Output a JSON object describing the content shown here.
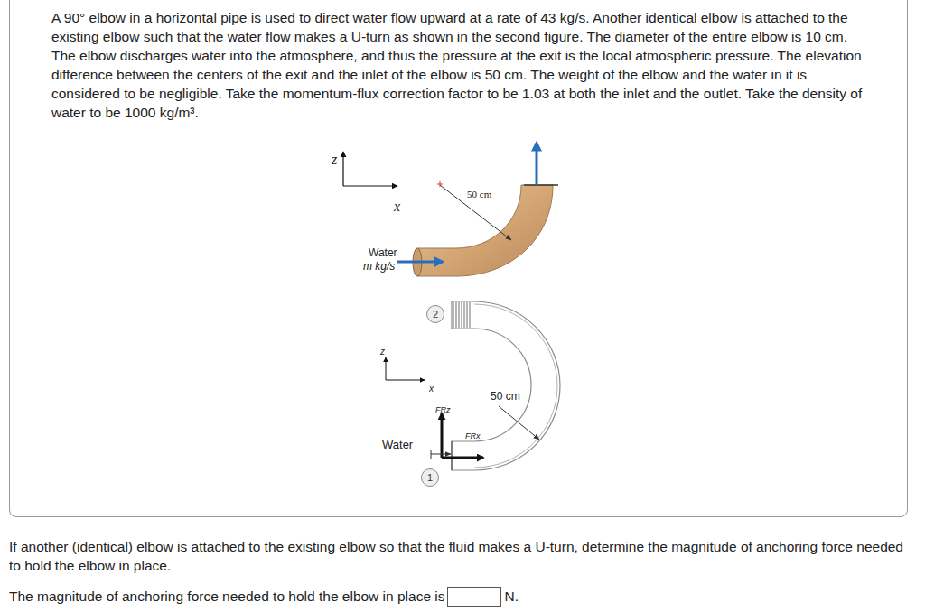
{
  "diagram": {
    "nodes": [
      {
        "text": [
          "A 90° elbow in a horizontal pipe is used to direct water flow upward at a rate of 43 kg/s. Another identical elbow is attached to the existing elbow such that the water flow makes a U-turn as shown in the second figure. The diameter of the entire elbow is 10 cm. The elbow discharges water into the atmosphere, and thus the pressure at the exit is the local atmospheric pressure. The elevation difference between the centers of the exit and the inlet of the elbow is 50 cm. The weight of the elbow and the water in it is considered to be negligible. Take the momentum-flux correction factor to be 1.03 at both the inlet and the outlet. Take the density of water to be 1000 kg/m³."
        ]
      },
      {
        "text": [
          "2"
        ],
        "in": 0
      },
      {
        "text": [
          "1"
        ],
        "in": 0
      }
    ],
    "labels": [
      "z",
      "x",
      "Water",
      "m kg/s",
      "50 cm",
      "z",
      "x",
      "50 cm",
      "FRz",
      "FRx",
      "Water",
      "If another (identical) elbow is attached to the existing elbow so that the fluid makes a U-turn, determine the magnitude of anchoring force needed to hold the elbow in place.",
      "The magnitude of anchoring force needed to hold the elbow in place is",
      "N."
    ]
  }
}
